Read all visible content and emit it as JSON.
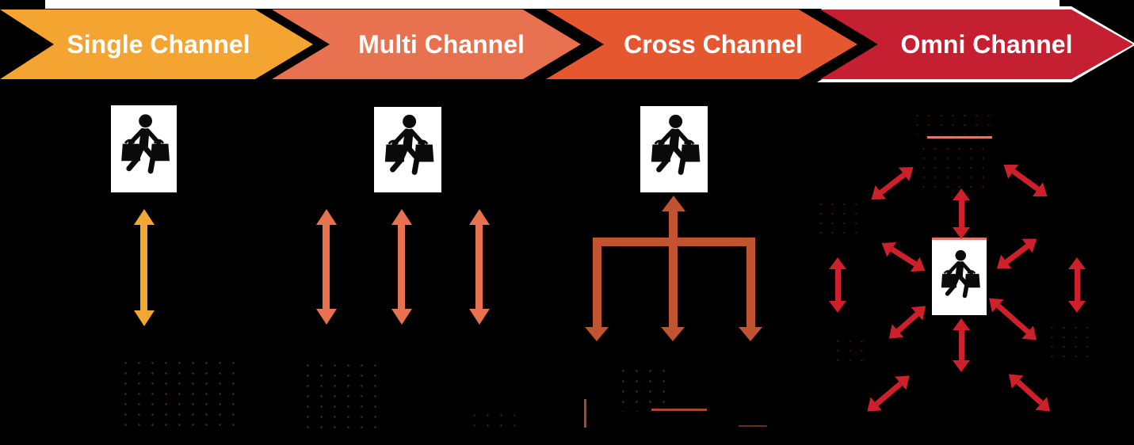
{
  "diagram": {
    "stages": [
      {
        "id": "single-channel",
        "label": "Single Channel",
        "banner_color": "#F4A431",
        "arrow_color": "#F2A733",
        "customer_icon": "shopper-with-bags",
        "connection_pattern": "one vertical two-way arrow between shopper and channel"
      },
      {
        "id": "multi-channel",
        "label": "Multi Channel",
        "banner_color": "#E8714F",
        "arrow_color": "#E87150",
        "customer_icon": "shopper-with-bags",
        "connection_pattern": "three parallel vertical two-way arrows"
      },
      {
        "id": "cross-channel",
        "label": "Cross Channel",
        "banner_color": "#E4572F",
        "arrow_color": "#C25330",
        "customer_icon": "shopper-with-bags",
        "connection_pattern": "one upward arrow into shopper branching to three downward arrows"
      },
      {
        "id": "omni-channel",
        "label": "Omni Channel",
        "banner_color": "#C52031",
        "arrow_color": "#CE202B",
        "customer_icon": "shopper-with-bags",
        "connection_pattern": "twelve two-way red arrows radiating around shopper in a circle"
      }
    ]
  },
  "theme": {
    "background": "#000000",
    "strip": "#FFFFFF",
    "banner_text": "#FFFFFF",
    "stage1": "#F4A431",
    "stage2": "#E8714F",
    "stage3": "#E4572F",
    "stage4": "#C52031",
    "arrow1": "#F2A733",
    "arrow2": "#E87150",
    "arrow3": "#C25330",
    "arrow4": "#CE202B",
    "accent": "#DD7A6E"
  }
}
